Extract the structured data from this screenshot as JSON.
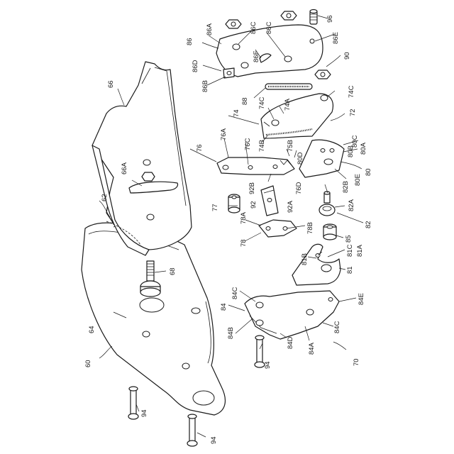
{
  "figure": {
    "labels": {
      "l60": "60",
      "l62": "62",
      "l64": "64",
      "l66": "66",
      "l66a": "66A",
      "l68": "68",
      "l70": "70",
      "l72": "72",
      "l74": "74",
      "l74a": "74A",
      "l74b": "74B",
      "l74c1": "74C",
      "l74c2": "74C",
      "l76": "76",
      "l76a": "76A",
      "l76c": "76C",
      "l76d": "76D",
      "l77": "77",
      "l78": "78",
      "l78a": "78A",
      "l78b": "78B",
      "l80": "80",
      "l80a": "80A",
      "l80b": "80B",
      "l80c": "80C",
      "l80d": "80D",
      "l80e": "80E",
      "l81": "81",
      "l81a": "81A",
      "l81b": "81B",
      "l81c": "81C",
      "l82": "82",
      "l82a": "82A",
      "l82b": "82B",
      "l84": "84",
      "l84a": "84A",
      "l84b": "84B",
      "l84c1": "84C",
      "l84c2": "84C",
      "l84d": "84D",
      "l84e": "84E",
      "l85": "85",
      "l86": "86",
      "l86a": "86A",
      "l86b": "86B",
      "l86c1": "86C",
      "l86c2": "86C",
      "l86d": "86D",
      "l86e": "86E",
      "l86f": "86F",
      "l88": "88",
      "l90": "90",
      "l92": "92",
      "l92a": "92A",
      "l92b": "92B",
      "l94a": "94",
      "l94b": "94",
      "l94c": "94",
      "l96": "96",
      "l75b": "75B"
    }
  }
}
